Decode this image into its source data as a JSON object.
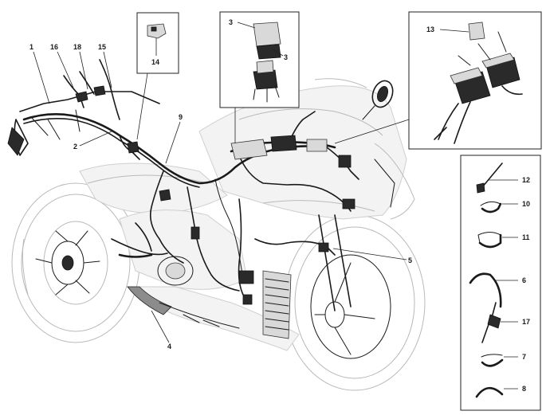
{
  "figure": {
    "callouts": {
      "c1": "1",
      "c2": "2",
      "c3a": "3",
      "c3b": "3",
      "c4": "4",
      "c5": "5",
      "c6": "6",
      "c7": "7",
      "c8": "8",
      "c9": "9",
      "c10": "10",
      "c11": "11",
      "c12": "12",
      "c13": "13",
      "c14": "14",
      "c15": "15",
      "c16": "16",
      "c17": "17",
      "c18": "18"
    }
  }
}
